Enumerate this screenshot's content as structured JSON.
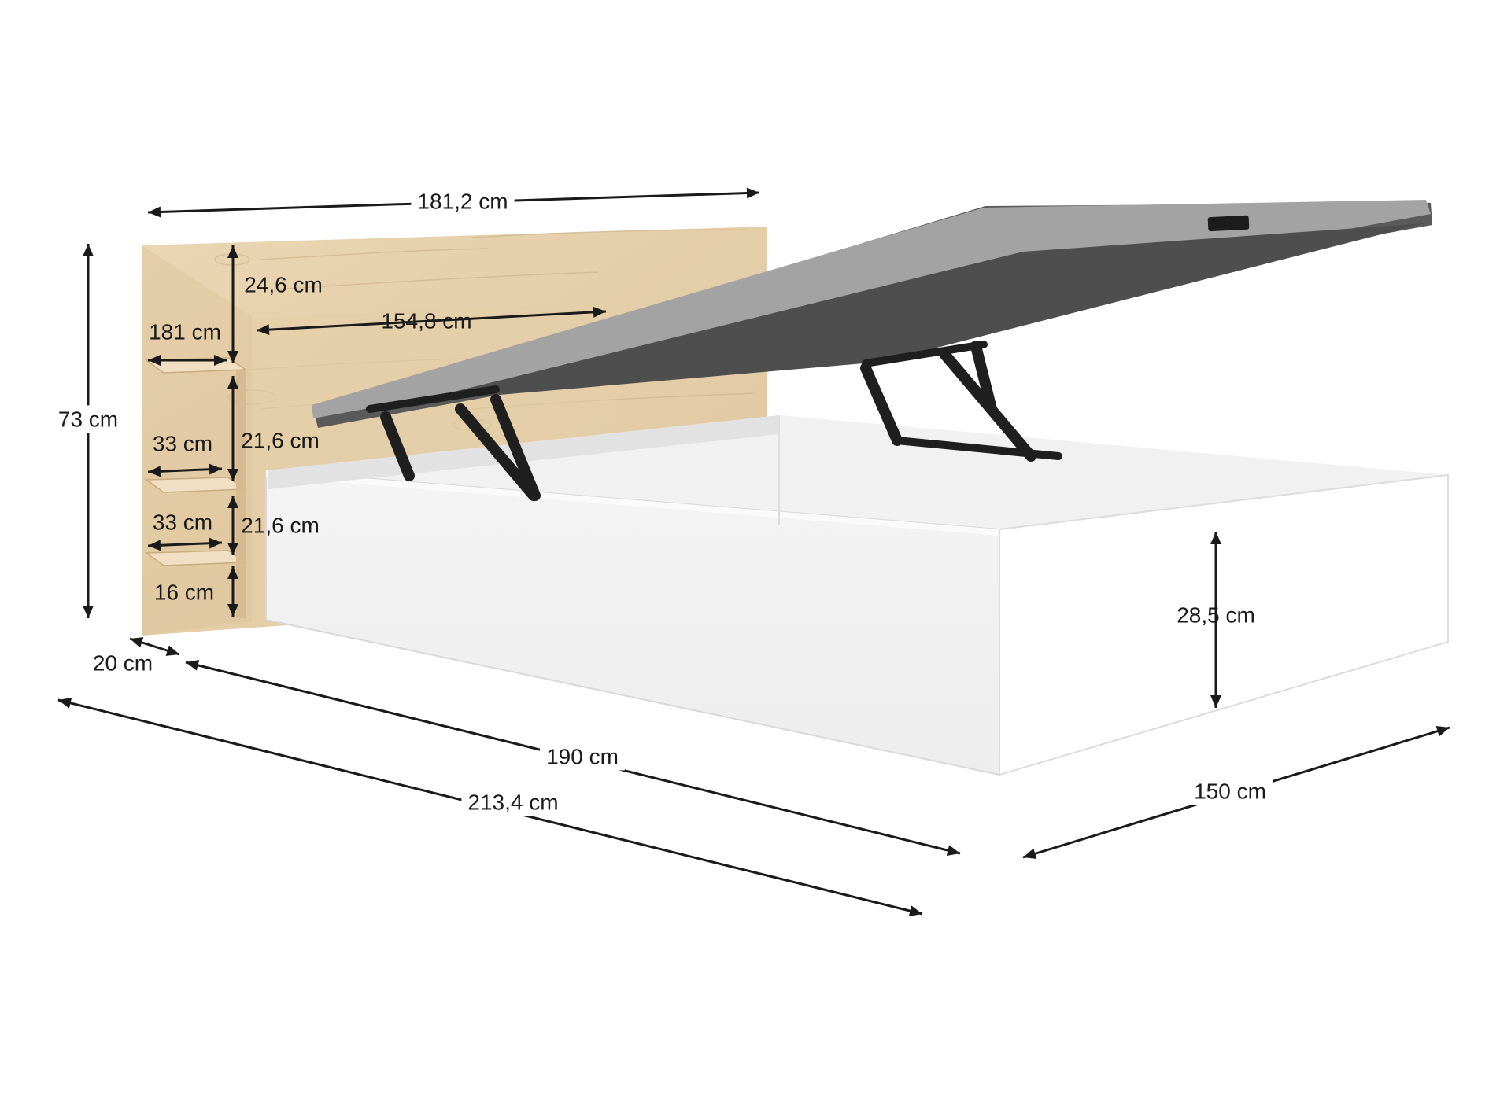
{
  "dimensions": {
    "headboard_width": "181,2 cm",
    "headboard_height": "73 cm",
    "headboard_top_section": "24,6 cm",
    "shelf_width": "181 cm",
    "panel_width": "154,8 cm",
    "shelf_depth_1": "33 cm",
    "shelf_gap_1": "21,6 cm",
    "shelf_depth_2": "33 cm",
    "shelf_gap_2": "21,6 cm",
    "bottom_gap": "16 cm",
    "headboard_depth": "20 cm",
    "bed_length": "190 cm",
    "total_length": "213,4 cm",
    "bed_width": "150 cm",
    "frame_height": "28,5 cm"
  },
  "colors": {
    "oak": "#e8d3b0",
    "frame_white": "#f6f6f6",
    "base_top": "#9a9a9a",
    "base_bottom": "#5b5b5b",
    "lift_arm": "#222222"
  }
}
